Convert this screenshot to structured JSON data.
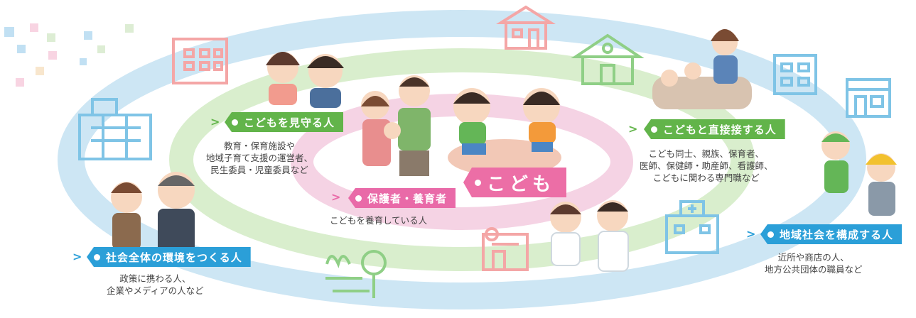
{
  "center": {
    "label": "こども"
  },
  "rings": [
    {
      "id": "guardian",
      "label": "保護者・養育者",
      "color": "#e96aa8",
      "desc": [
        "こどもを養育している人"
      ]
    },
    {
      "id": "direct",
      "label": "こどもと直接接する人",
      "color": "#62b44a",
      "desc": [
        "こども同士、親族、保育者、",
        "医師、保健師・助産師、看護師、",
        "こどもに関わる専門職など"
      ]
    },
    {
      "id": "watch",
      "label": "こどもを見守る人",
      "color": "#62b44a",
      "desc": [
        "教育・保育施設や",
        "地域子育て支援の運営者、",
        "民生委員・児童委員など"
      ]
    },
    {
      "id": "community",
      "label": "地域社会を構成する人",
      "color": "#2b9fd8",
      "desc": [
        "近所や商店の人、",
        "地方公共団体の職員など"
      ]
    },
    {
      "id": "society",
      "label": "社会全体の環境をつくる人",
      "color": "#2b9fd8",
      "desc": [
        "政策に携わる人、",
        "企業やメディアの人など"
      ]
    }
  ],
  "colors": {
    "outer_ring": "#cde6f4",
    "middle_ring": "#d9eecd",
    "inner_ring": "#f5d3e4",
    "center_tag": "#ec6ea6",
    "building_pink": "#f4a6a6",
    "building_blue": "#7fc4e6",
    "building_green": "#8fcf86"
  },
  "icons": [
    "office-building-icon",
    "school-building-icon",
    "house-icon",
    "kindergarten-icon",
    "apartment-icon",
    "shop-icon",
    "hospital-icon",
    "pharmacy-icon",
    "park-tree-icon",
    "family-illustration",
    "children-illustration",
    "parents-illustration",
    "caregiver-illustration",
    "doctor-nurse-illustration",
    "business-people-illustration",
    "shopkeeper-worker-illustration"
  ]
}
